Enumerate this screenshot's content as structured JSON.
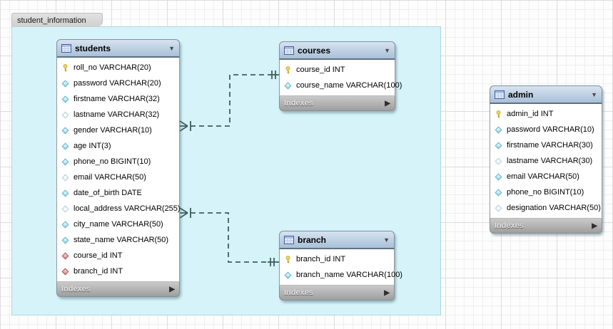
{
  "canvas": {
    "tab_label": "student_information",
    "indexes_label": "Indexes"
  },
  "icons": {
    "collapse_arrow": "▼",
    "expand_arrow": "▶"
  },
  "tables": [
    {
      "name": "students",
      "columns": [
        {
          "icon": "primary-key",
          "text": "roll_no VARCHAR(20)"
        },
        {
          "icon": "column-notnull",
          "text": "password VARCHAR(20)"
        },
        {
          "icon": "column-notnull",
          "text": "firstname VARCHAR(32)"
        },
        {
          "icon": "column-nullable",
          "text": "lastname VARCHAR(32)"
        },
        {
          "icon": "column-notnull",
          "text": "gender VARCHAR(10)"
        },
        {
          "icon": "column-notnull",
          "text": "age INT(3)"
        },
        {
          "icon": "column-notnull",
          "text": "phone_no BIGINT(10)"
        },
        {
          "icon": "column-nullable",
          "text": "email VARCHAR(50)"
        },
        {
          "icon": "column-notnull",
          "text": "date_of_birth DATE"
        },
        {
          "icon": "column-nullable",
          "text": "local_address VARCHAR(255)"
        },
        {
          "icon": "column-notnull",
          "text": "city_name VARCHAR(50)"
        },
        {
          "icon": "column-notnull",
          "text": "state_name VARCHAR(50)"
        },
        {
          "icon": "foreign-key",
          "text": "course_id INT"
        },
        {
          "icon": "foreign-key",
          "text": "branch_id INT"
        }
      ]
    },
    {
      "name": "courses",
      "columns": [
        {
          "icon": "primary-key",
          "text": "course_id INT"
        },
        {
          "icon": "column-notnull",
          "text": "course_name VARCHAR(100)"
        }
      ]
    },
    {
      "name": "branch",
      "columns": [
        {
          "icon": "primary-key",
          "text": "branch_id INT"
        },
        {
          "icon": "column-notnull",
          "text": "branch_name VARCHAR(100)"
        }
      ]
    },
    {
      "name": "admin",
      "columns": [
        {
          "icon": "primary-key",
          "text": "admin_id INT"
        },
        {
          "icon": "column-notnull",
          "text": "password VARCHAR(10)"
        },
        {
          "icon": "column-notnull",
          "text": "firstname VARCHAR(30)"
        },
        {
          "icon": "column-nullable",
          "text": "lastname VARCHAR(30)"
        },
        {
          "icon": "column-notnull",
          "text": "email VARCHAR(50)"
        },
        {
          "icon": "column-notnull",
          "text": "phone_no BIGINT(10)"
        },
        {
          "icon": "column-nullable",
          "text": "designation VARCHAR(50)"
        }
      ]
    }
  ],
  "relationships": [
    {
      "from_table": "students",
      "to_table": "courses",
      "from_cardinality": "many-mandatory",
      "to_cardinality": "one-mandatory",
      "style": "dashed"
    },
    {
      "from_table": "students",
      "to_table": "branch",
      "from_cardinality": "many-mandatory",
      "to_cardinality": "one-mandatory",
      "style": "dashed"
    }
  ],
  "colors": {
    "schema_area_fill": "#d5f3f8",
    "schema_area_border": "#aadbe4",
    "table_header_top": "#d7e3f0",
    "table_header_bottom": "#a9c0d7",
    "indexes_bar_gray": "#a8a8a8",
    "relationship_line": "#3d5f5f",
    "primary_key_yellow": "#f2da6a",
    "column_diamond_cyan": "#8ed3e4",
    "foreign_key_red": "#cf8a87"
  }
}
